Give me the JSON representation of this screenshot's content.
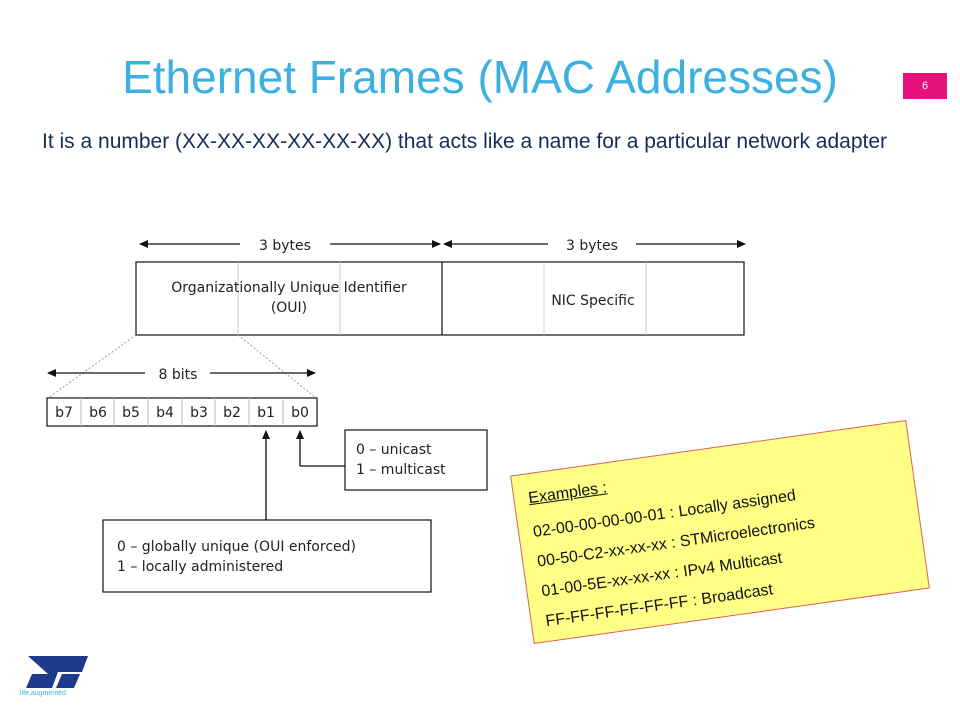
{
  "slide": {
    "title": "Ethernet Frames (MAC Addresses)",
    "page_number": "6",
    "body": "It is a number (XX-XX-XX-XX-XX-XX) that acts like a name for a particular network adapter"
  },
  "diagram": {
    "bytes_label_left": "3 bytes",
    "bytes_label_right": "3 bytes",
    "oui_line1": "Organizationally Unique Identifier",
    "oui_line2": "(OUI)",
    "nic_label": "NIC Specific",
    "bits_label": "8 bits",
    "bits": [
      "b7",
      "b6",
      "b5",
      "b4",
      "b3",
      "b2",
      "b1",
      "b0"
    ],
    "cast_line1": "0 – unicast",
    "cast_line2": "1 – multicast",
    "admin_line1": "0 – globally unique (OUI enforced)",
    "admin_line2": "1 – locally administered"
  },
  "examples": {
    "heading": "Examples :",
    "items": [
      "02-00-00-00-00-01 : Locally assigned",
      "00-50-C2-xx-xx-xx : STMicroelectronics",
      "01-00-5E-xx-xx-xx : IPv4 Multicast",
      "FF-FF-FF-FF-FF-FF : Broadcast"
    ]
  },
  "footer": {
    "tagline": "life.augmented"
  },
  "colors": {
    "title": "#3cb0e0",
    "page_badge": "#e6117e",
    "note_fill": "#ffff86"
  }
}
